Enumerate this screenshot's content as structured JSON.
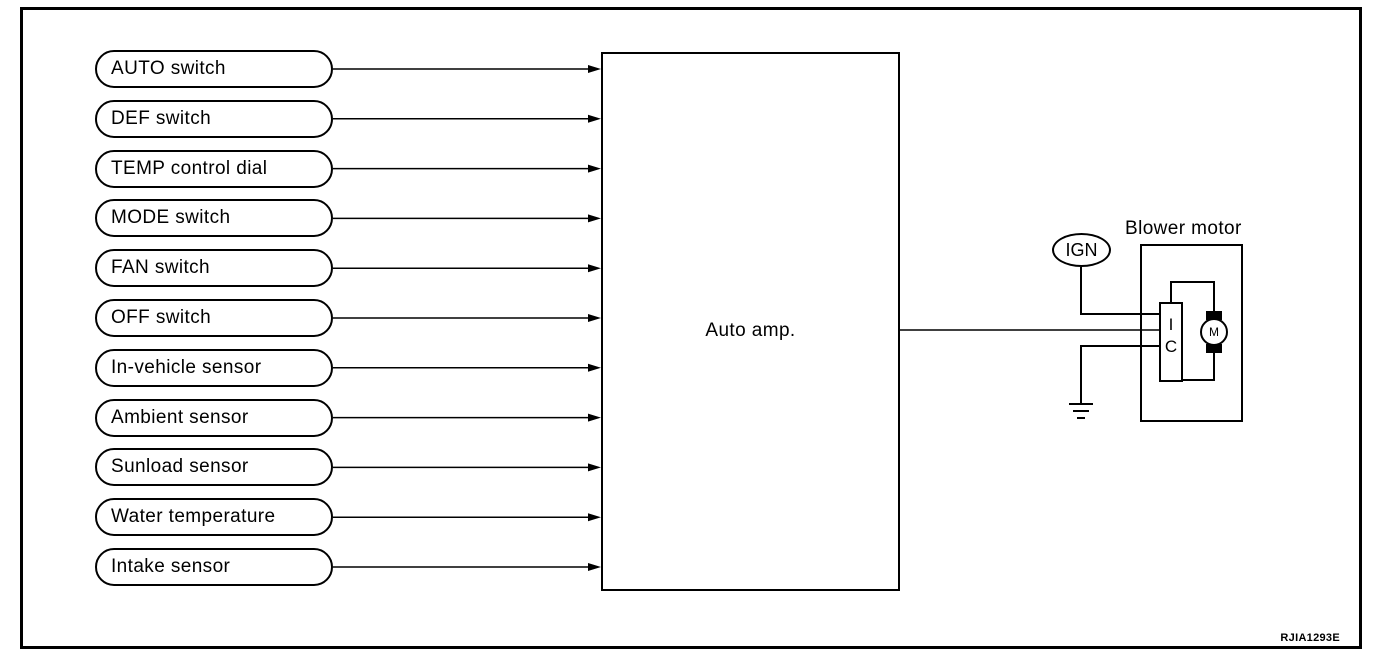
{
  "inputs": [
    {
      "label": "AUTO switch"
    },
    {
      "label": "DEF switch"
    },
    {
      "label": "TEMP control dial"
    },
    {
      "label": "MODE switch"
    },
    {
      "label": "FAN switch"
    },
    {
      "label": "OFF switch"
    },
    {
      "label": "In-vehicle sensor"
    },
    {
      "label": "Ambient sensor"
    },
    {
      "label": "Sunload sensor"
    },
    {
      "label": "Water temperature"
    },
    {
      "label": "Intake sensor"
    }
  ],
  "auto_amp": {
    "label": "Auto amp."
  },
  "blower_motor": {
    "label": "Blower motor",
    "ic_top": "I",
    "ic_bottom": "C",
    "motor_symbol": "M"
  },
  "power": {
    "label": "IGN"
  },
  "ground_icon": "ground-symbol-icon",
  "reference_code": "RJIA1293E"
}
